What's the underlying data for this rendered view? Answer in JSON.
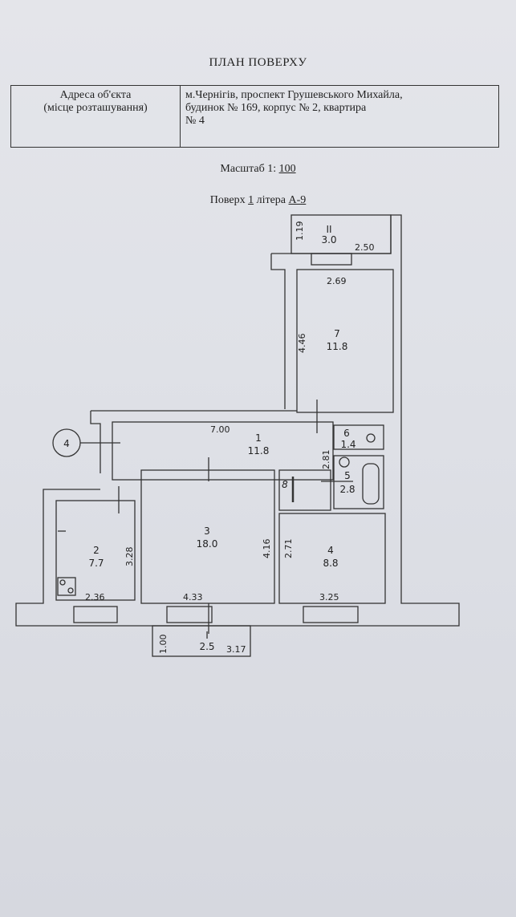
{
  "header": {
    "title": "ПЛАН ПОВЕРХУ"
  },
  "address": {
    "label_line1": "Адреса об'єкта",
    "label_line2": "(місце розташування)",
    "value_line1": "м.Чернігів, проспект Грушевського Михайла,",
    "value_line2": "будинок  № 169, корпус № 2, квартира",
    "value_line3": "№ 4"
  },
  "scale": {
    "label": "Масштаб 1:",
    "value": "100"
  },
  "floor": {
    "label": "Поверх",
    "number": "1",
    "letter_label": "літера",
    "letter": "А-9"
  },
  "apartment_marker": "4",
  "rooms": [
    {
      "num": "II",
      "area": "3.0"
    },
    {
      "num": "7",
      "area": "11.8"
    },
    {
      "num": "1",
      "area": "11.8"
    },
    {
      "num": "6",
      "area": "1.4"
    },
    {
      "num": "5",
      "area": "2.8"
    },
    {
      "num": "8",
      "area": ""
    },
    {
      "num": "2",
      "area": "7.7"
    },
    {
      "num": "3",
      "area": "18.0"
    },
    {
      "num": "4",
      "area": "8.8"
    },
    {
      "num": "I",
      "area": "2.5"
    }
  ],
  "dimensions": {
    "d119": "1.19",
    "d250": "2.50",
    "d269": "2.69",
    "d446": "4.46",
    "d700": "7.00",
    "d281": "2.81",
    "d328": "3.28",
    "d416": "4.16",
    "d271": "2.71",
    "d236": "2.36",
    "d433": "4.33",
    "d325": "3.25",
    "d100": "1.00",
    "d317": "3.17"
  }
}
